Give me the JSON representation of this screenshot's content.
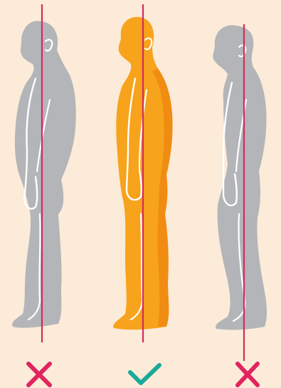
{
  "illustration": {
    "figures": [
      {
        "id": "forward-head-posture",
        "verdict": "incorrect",
        "icon": "cross-icon"
      },
      {
        "id": "correct-upright-posture",
        "verdict": "correct",
        "icon": "check-icon"
      },
      {
        "id": "slouched-posture",
        "verdict": "incorrect",
        "icon": "cross-icon"
      }
    ]
  },
  "colors": {
    "background": "#fbebd8",
    "figure_gray": "#b3b5b8",
    "figure_orange": "#f7a31b",
    "figure_orange_shade": "#f08c12",
    "outline": "#ffffff",
    "plumb_line": "#d42b5c",
    "cross": "#e0245e",
    "check": "#1aa99b"
  }
}
